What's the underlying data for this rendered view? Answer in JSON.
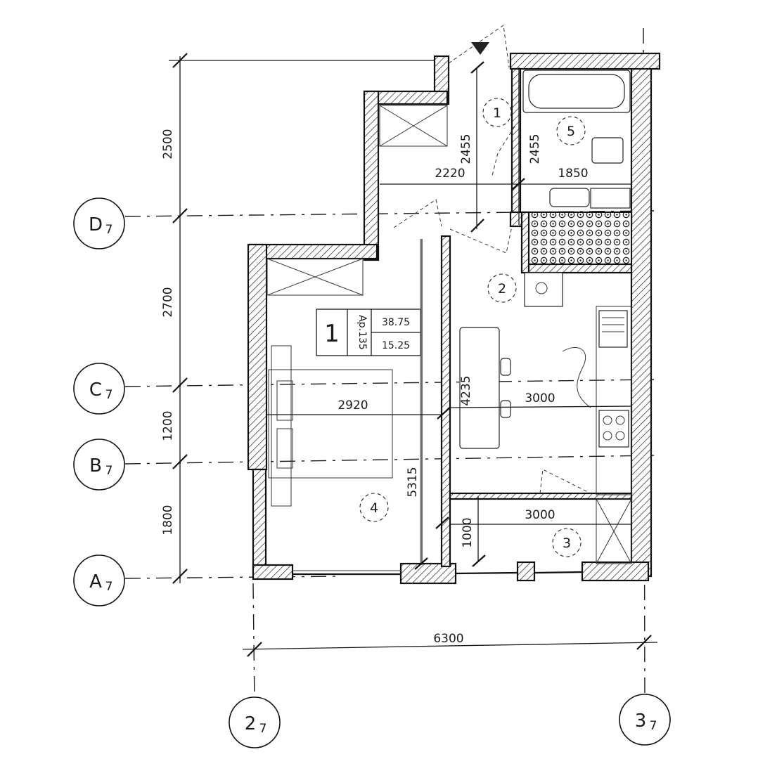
{
  "axes": {
    "rows": [
      "D7",
      "C7",
      "B7",
      "A7"
    ],
    "columns": [
      "27",
      "37"
    ]
  },
  "axis_labels": {
    "D7_letter": "D",
    "D7_sub": "7",
    "C7_letter": "C",
    "C7_sub": "7",
    "B7_letter": "B",
    "B7_sub": "7",
    "A7_letter": "A",
    "A7_sub": "7",
    "col2_letter": "2",
    "col2_sub": "7",
    "col3_letter": "3",
    "col3_sub": "7"
  },
  "dimensions": {
    "left_2500": "2500",
    "left_2700": "2700",
    "left_1200": "1200",
    "left_1800": "1800",
    "bottom_6300": "6300",
    "hall_2220": "2220",
    "hall_2455": "2455",
    "bath_2455": "2455",
    "bath_1850": "1850",
    "kitchen_4235": "4235",
    "kitchen_3000": "3000",
    "living_2920": "2920",
    "living_5315": "5315",
    "loggia_3000": "3000",
    "loggia_1000": "1000"
  },
  "rooms": {
    "r1": "1",
    "r2": "2",
    "r3": "3",
    "r4": "4",
    "r5": "5"
  },
  "apartment_stamp": {
    "number": "1",
    "type": "Ap.135",
    "total_area": "38.75",
    "living_area": "15.25"
  },
  "colors": {
    "line": "#1a1a1a",
    "background": "#ffffff"
  }
}
